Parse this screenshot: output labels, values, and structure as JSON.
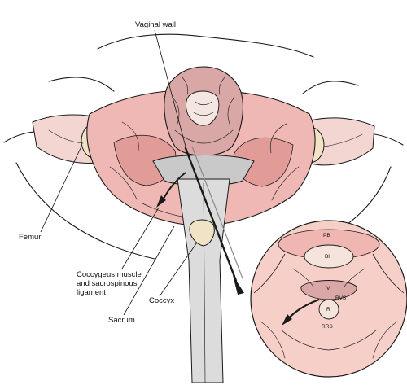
{
  "labels": {
    "vaginal_wall": "Vaginal wall",
    "femur": "Femur",
    "coccygeus_line1": "Coccygeus muscle",
    "coccygeus_line2": "and sacrospinous",
    "coccygeus_line3": "ligament",
    "coccyx": "Coccyx",
    "sacrum": "Sacrum"
  },
  "inset_labels": {
    "pb": "PB",
    "bl": "Bl",
    "v": "V",
    "rvs": "RVS",
    "r": "R",
    "rrs": "RRS"
  },
  "colors": {
    "tissue_pink": "#efb8b4",
    "tissue_deep": "#e29c98",
    "bone": "#f1e3c6",
    "speculum": "#c9c9c9",
    "inset_fill": "#f7cfc9",
    "ink": "#1a1a1a"
  }
}
